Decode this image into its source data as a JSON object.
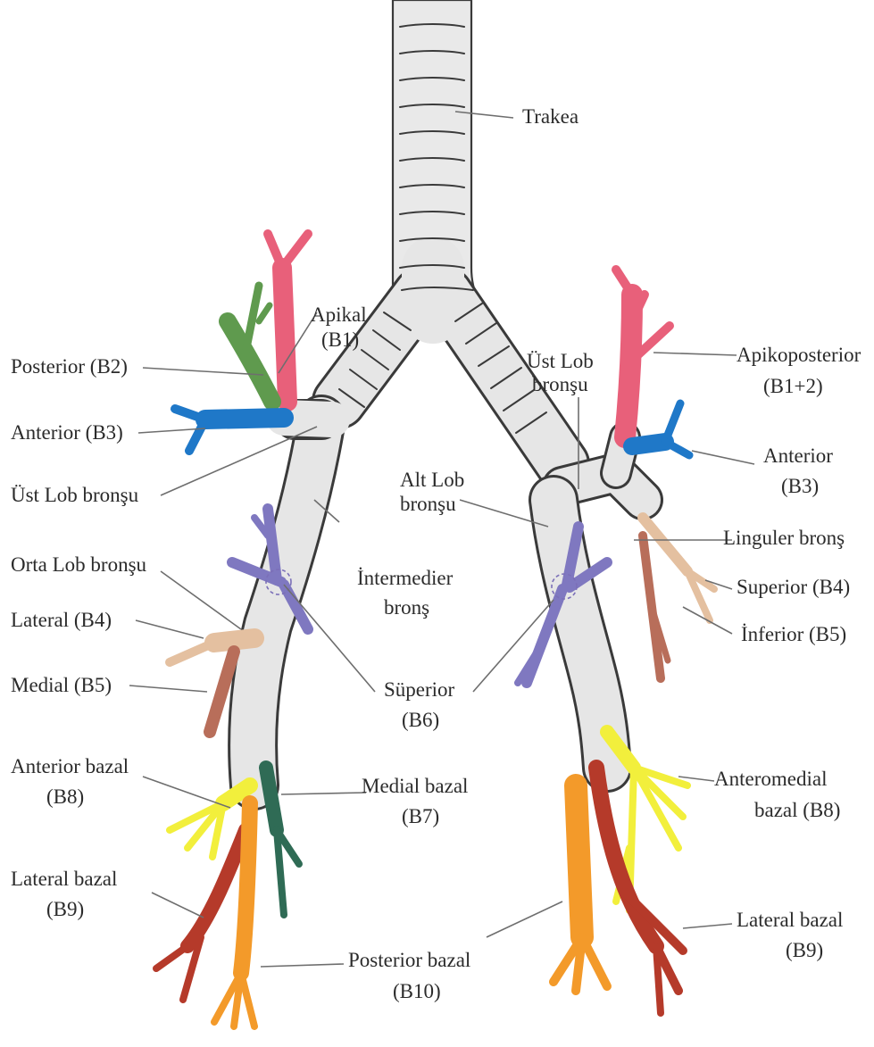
{
  "labels": {
    "trachea": "Trakea",
    "apical": "Apikal",
    "apical_code": "(B1)",
    "posterior_b2": "Posterior (B2)",
    "anterior_b3_left": "Anterior (B3)",
    "upper_lobe_left": "Üst Lob bronşu",
    "middle_lobe": "Orta Lob bronşu",
    "lateral_b4": "Lateral (B4)",
    "medial_b5": "Medial (B5)",
    "anterior_basal": "Anterior bazal",
    "anterior_basal_code": "(B8)",
    "lateral_basal_left": "Lateral bazal",
    "lateral_basal_left_code": "(B9)",
    "upper_lobe_right_1": "Üst Lob",
    "upper_lobe_right_2": "bronşu",
    "lower_lobe_1": "Alt Lob",
    "lower_lobe_2": "bronşu",
    "intermediate_1": "İntermedier",
    "intermediate_2": "bronş",
    "superior_b6_1": "Süperior",
    "superior_b6_2": "(B6)",
    "medial_basal_1": "Medial bazal",
    "medial_basal_2": "(B7)",
    "posterior_basal_1": "Posterior bazal",
    "posterior_basal_2": "(B10)",
    "apicoposterior_1": "Apikoposterior",
    "apicoposterior_2": "(B1+2)",
    "anterior_b3_right_1": "Anterior",
    "anterior_b3_right_2": "(B3)",
    "lingular": "Linguler bronş",
    "superior_b4": "Superior (B4)",
    "inferior_b5": "İnferior (B5)",
    "anteromedial_1": "Anteromedial",
    "anteromedial_2": "bazal (B8)",
    "lateral_basal_right_1": "Lateral bazal",
    "lateral_basal_right_2": "(B9)"
  },
  "colors": {
    "airway": "#e6e6e6",
    "outline": "#3a3a3a",
    "apical": "#e8607a",
    "posterior": "#5f9a4e",
    "anterior": "#1f78c8",
    "superior_segment": "#7f78c0",
    "lateral_middle": "#e4c0a0",
    "medial_middle": "#b86e5a",
    "anterior_basal": "#f2ef3c",
    "medial_basal": "#2f6b55",
    "lateral_basal": "#b53a2a",
    "posterior_basal": "#f39a2a"
  }
}
